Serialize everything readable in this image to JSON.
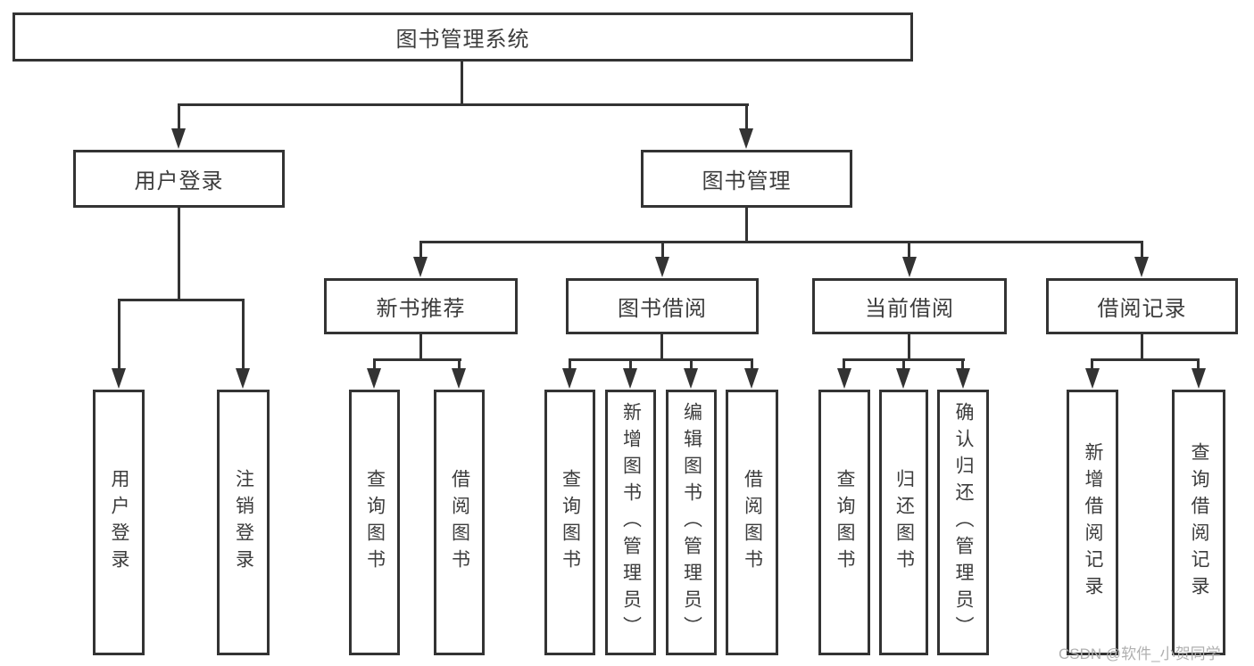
{
  "diagram": {
    "root": {
      "label": "图书管理系统"
    },
    "branches": [
      {
        "label": "用户登录",
        "children": [
          {
            "label": "用户登录"
          },
          {
            "label": "注销登录"
          }
        ]
      },
      {
        "label": "图书管理",
        "children": [
          {
            "label": "新书推荐",
            "children": [
              {
                "label": "查询图书"
              },
              {
                "label": "借阅图书"
              }
            ]
          },
          {
            "label": "图书借阅",
            "children": [
              {
                "label": "查询图书"
              },
              {
                "label": "新增图书（管理员）"
              },
              {
                "label": "编辑图书（管理员）"
              },
              {
                "label": "借阅图书"
              }
            ]
          },
          {
            "label": "当前借阅",
            "children": [
              {
                "label": "查询图书"
              },
              {
                "label": "归还图书"
              },
              {
                "label": "确认归还（管理员）"
              }
            ]
          },
          {
            "label": "借阅记录",
            "children": [
              {
                "label": "新增借阅记录"
              },
              {
                "label": "查询借阅记录"
              }
            ]
          }
        ]
      }
    ],
    "watermark": "CSDN @软件_小贺同学",
    "colors": {
      "line": "#333333",
      "text": "#3c3c3c",
      "background": "#ffffff",
      "watermark": "#b0b0b0"
    }
  }
}
